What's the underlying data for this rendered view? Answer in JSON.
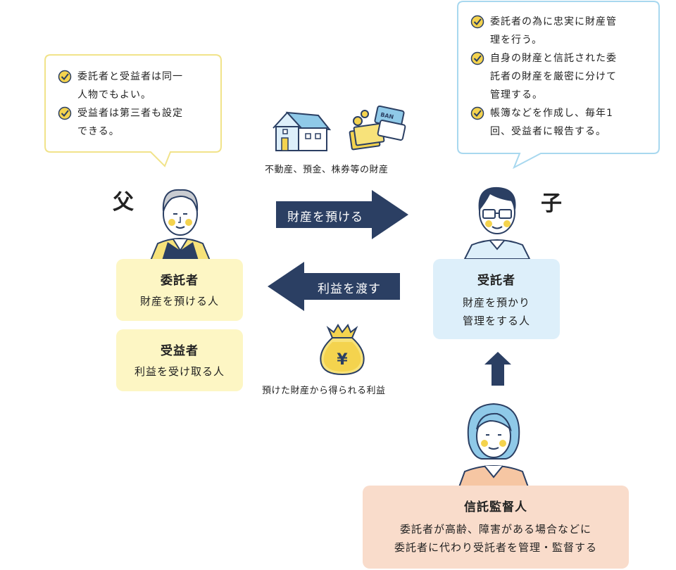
{
  "father": {
    "label": "父",
    "bubble": [
      "委託者と受益者は同一人物でもよい。",
      "受益者は第三者も設定できる。"
    ],
    "bubble_lines": [
      [
        "委託者と受益者は同一",
        "人物でもよい。"
      ],
      [
        "受益者は第三者も設定",
        "できる。"
      ]
    ],
    "box_settlor": {
      "title": "委託者",
      "sub": "財産を預ける人"
    },
    "box_beneficiary": {
      "title": "受益者",
      "sub": "利益を受け取る人"
    }
  },
  "son": {
    "label": "子",
    "bubble_lines": [
      [
        "委託者の為に忠実に財産管",
        "理を行う。"
      ],
      [
        "自身の財産と信託された委",
        "託者の財産を厳密に分けて",
        "管理する。"
      ],
      [
        "帳簿などを作成し、毎年1",
        "回、受益者に報告する。"
      ]
    ],
    "box_trustee": {
      "title": "受託者",
      "sub_lines": [
        "財産を預かり",
        "管理をする人"
      ]
    }
  },
  "center": {
    "assets_caption": "不動産、預金、株券等の財産",
    "card_text": "BAN",
    "arrow_right": "財産を預ける",
    "arrow_left": "利益を渡す",
    "benefit_caption": "預けた財産から得られる利益",
    "yen_symbol": "¥"
  },
  "supervisor": {
    "title": "信託監督人",
    "lines": [
      "委託者が高齢、障害がある場合などに",
      "委託者に代わり受託者を管理・監督する"
    ]
  },
  "colors": {
    "navy": "#2b3f63",
    "yellow_box": "#fdf6c4",
    "blue_box": "#ddeffa",
    "peach_box": "#f9dccb",
    "yellow_bubble_border": "#f1e38a",
    "blue_bubble_border": "#a8d8ef",
    "check_fill": "#f4d34e"
  }
}
